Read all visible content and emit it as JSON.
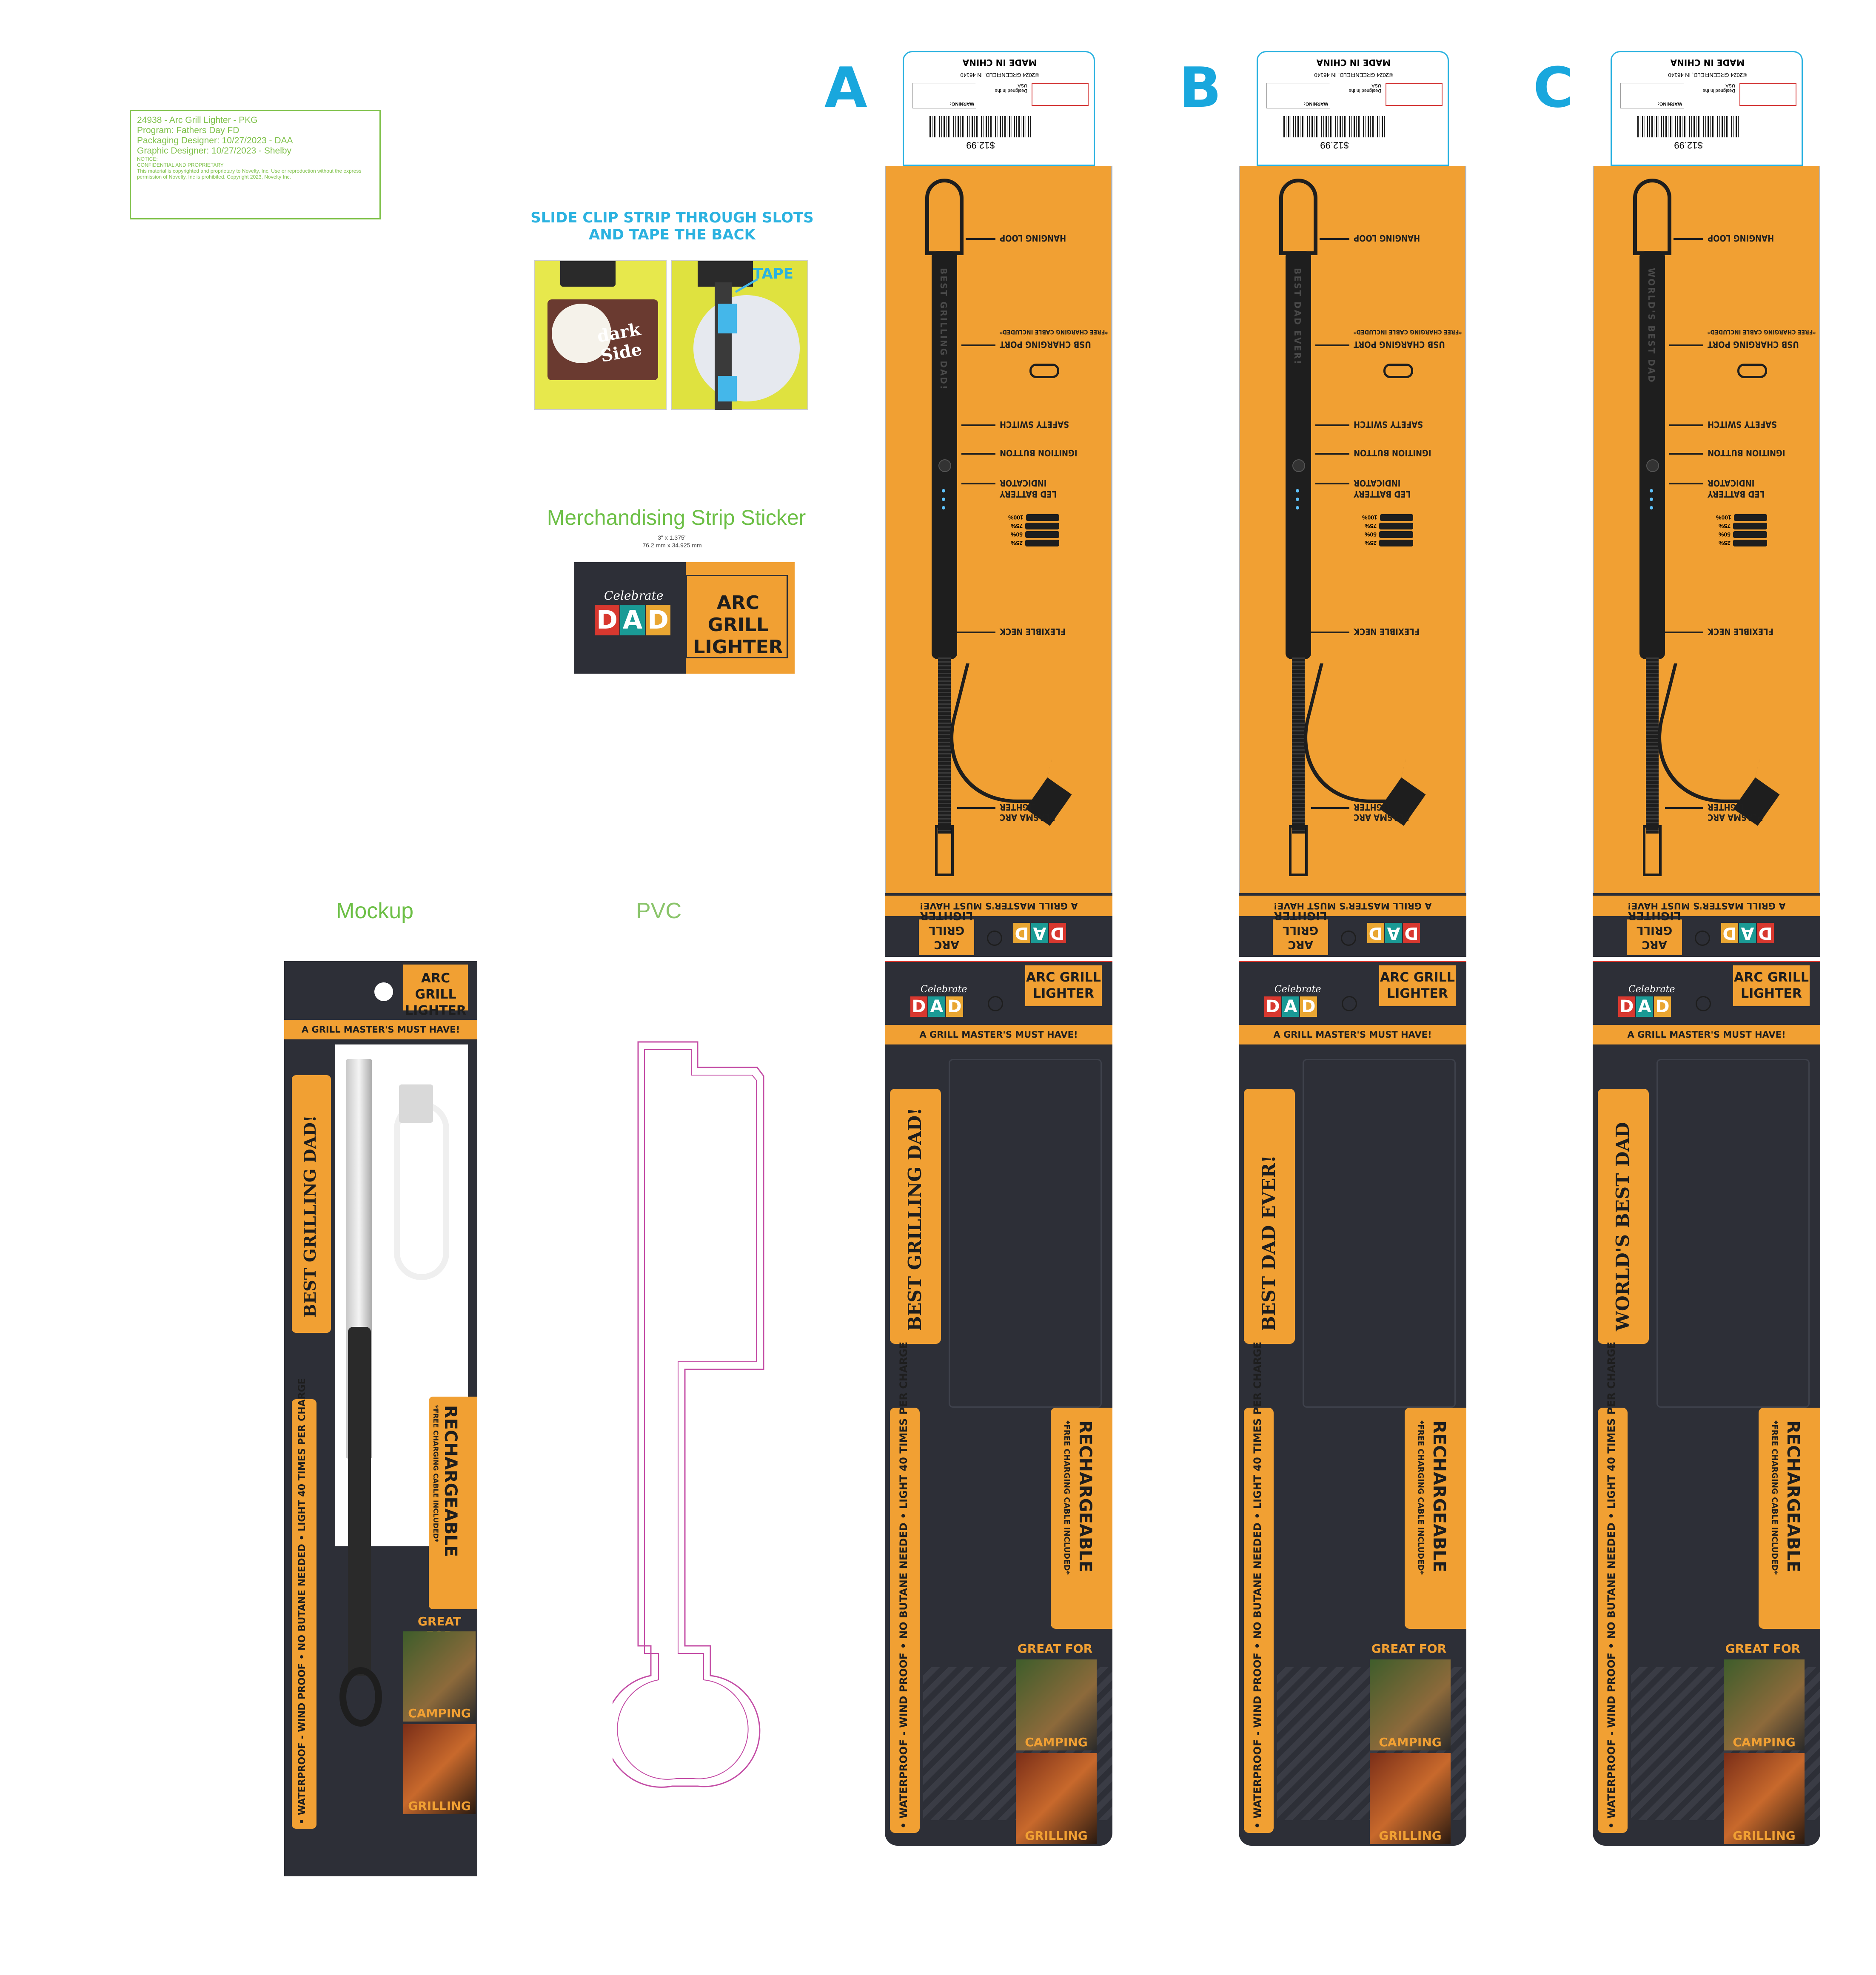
{
  "info": {
    "line1": "24938 - Arc Grill Lighter - PKG",
    "line2": "Program: Fathers Day FD",
    "line3": "Packaging Designer: 10/27/2023 - DAA",
    "line4": "Graphic Designer: 10/27/2023 - Shelby",
    "notice1": "NOTICE:",
    "notice2": "CONFIDENTIAL AND PROPRIETARY",
    "notice3": "This material is copyrighted and proprietary to Novelty, Inc. Use or reproduction without the express permission of Novelty, Inc is prohibited. Copyright 2023, Novelty Inc."
  },
  "instruction": {
    "line1": "SLIDE CLIP STRIP THROUGH SLOTS",
    "line2": "AND TAPE THE BACK",
    "tape_label": "TAPE",
    "photo1_text": "dark Side"
  },
  "sticker": {
    "title": "Merchandising Strip Sticker",
    "dim1": "3\" x 1.375\"",
    "dim2": "76.2 mm x 34.925 mm",
    "celebrate": "Celebrate",
    "dad": [
      "D",
      "A",
      "D"
    ],
    "product_line1": "ARC GRILL",
    "product_line2": "LIGHTER"
  },
  "labels": {
    "mockup": "Mockup",
    "pvc": "PVC"
  },
  "columns": [
    {
      "letter": "A",
      "tagline": "BEST GRILLING DAD!",
      "engrave": "BEST GRILLING DAD!"
    },
    {
      "letter": "B",
      "tagline": "BEST DAD EVER!",
      "engrave": "BEST DAD EVER!"
    },
    {
      "letter": "C",
      "tagline": "WORLD'S BEST DAD",
      "engrave": "WORLD'S BEST DAD"
    }
  ],
  "package": {
    "made_in": "MADE IN CHINA",
    "price": "$12.99",
    "address": "©2024 GREENFIELD, IN 46140",
    "designed": "Designed in the USA",
    "warning": "WARNING:",
    "callouts": [
      "HANGING LOOP",
      "USB CHARGING PORT",
      "*FREE CHARGING CABLE INCLUDED*",
      "SAFETY SWITCH",
      "IGNITION BUTTON",
      "LED BATTERY",
      "INDICATOR",
      "FLEXIBLE NECK",
      "PLASMA ARC",
      "LIGHTER"
    ],
    "battery_levels": [
      "100%",
      "75%",
      "50%",
      "25%"
    ],
    "must_have": "A GRILL MASTER'S MUST HAVE!",
    "product_line1": "ARC GRILL",
    "product_line2": "LIGHTER",
    "celebrate": "Celebrate",
    "dad": [
      "D",
      "A",
      "D"
    ],
    "features": "• WATERPROOF - WIND PROOF  • NO BUTANE NEEDED  • LIGHT 40 TIMES PER CHARGE",
    "rechargeable": "RECHARGEABLE",
    "free_cable": "*FREE CHARGING CABLE INCLUDED*",
    "great_for": "GREAT FOR",
    "camping": "CAMPING",
    "grilling": "GRILLING"
  },
  "colors": {
    "orange": "#f1a033",
    "dark": "#2d2f37",
    "teal": "#19a7dd",
    "green": "#6cbf45",
    "dad_red": "#d8382f",
    "dad_teal": "#1a9a95",
    "dad_yellow": "#e9a632"
  }
}
